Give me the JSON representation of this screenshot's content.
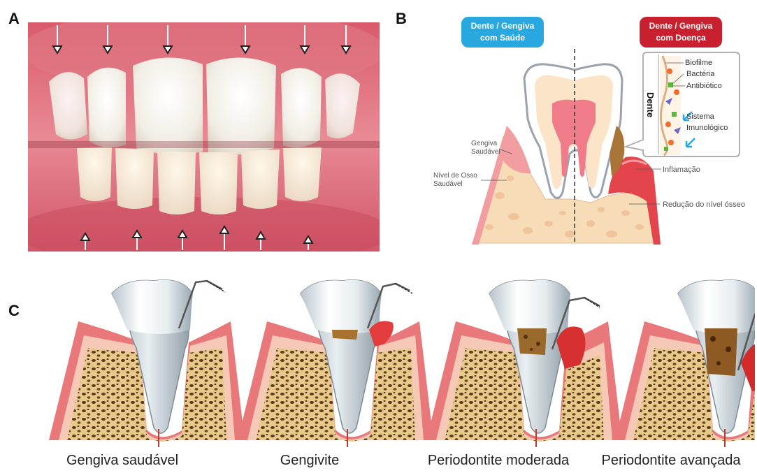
{
  "panels": {
    "a_letter": "A",
    "b_letter": "B",
    "c_letter": "C"
  },
  "panel_b": {
    "healthy_badge_line1": "Dente / Gengiva",
    "healthy_badge_line2": "com Saúde",
    "disease_badge_line1": "Dente / Gengiva",
    "disease_badge_line2": "com Doença",
    "tooth_label": "Dente",
    "biofilm": "Biofilme",
    "bacteria": "Bactéria",
    "antibiotic": "Antibiótico",
    "immune_line1": "Sistema",
    "immune_line2": "Imunológico",
    "healthy_gum_line1": "Gengiva",
    "healthy_gum_line2": "Saudável",
    "bone_line1": "Nível de Osso",
    "bone_line2": "Saudável",
    "inflammation": "Inflamação",
    "bone_loss": "Redução do nível ósseo",
    "colors": {
      "healthy_badge": "#29a8e0",
      "disease_badge": "#c8202e",
      "gum": "#f29ea0",
      "bone": "#f7dcb8",
      "inflamed": "#e4454c"
    }
  },
  "panel_c": {
    "captions": [
      "Gengiva saudável",
      "Gengivite",
      "Periodontite moderada",
      "Periodontite avançada"
    ]
  }
}
